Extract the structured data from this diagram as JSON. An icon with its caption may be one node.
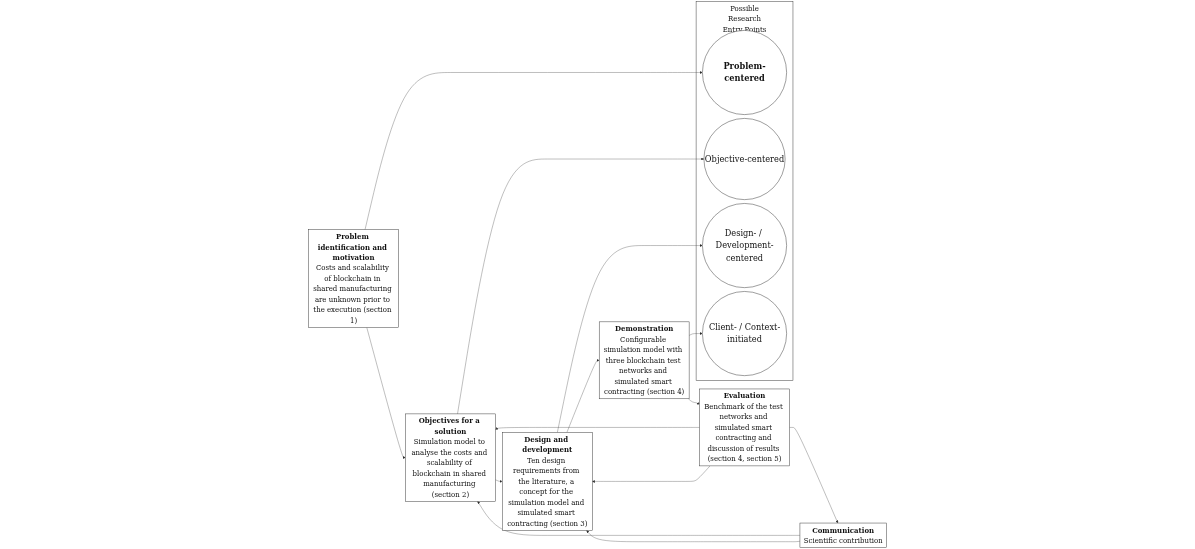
{
  "diagram": {
    "nodes": [
      {
        "text": [
          "Problem identification and motivation",
          "Costs and scalability of blockchain in shared manufacturing are unknown prior to the execution (section 1)"
        ]
      },
      {
        "text": [
          "Objectives for a solution",
          "Simulation model to analyse the costs and scalability of blockchain in shared manufacturing (section 2)"
        ]
      },
      {
        "text": [
          "Design and development",
          "Ten design requirements from the literature, a concept for the simulation model and simulated smart contracting (section 3)"
        ]
      },
      {
        "text": [
          "Demonstration",
          "Configurable simulation model with three blockchain test networks and simulated smart contracting (section 4)"
        ]
      },
      {
        "text": [
          "Evaluation",
          "Benchmark of the test networks and simulated smart contracting and discussion of results (section 4, section 5)"
        ]
      },
      {
        "text": [
          "Communication",
          "Scientific contribution"
        ]
      },
      {
        "text": [
          "Possible Research Entry Points"
        ]
      },
      {
        "text": [
          "Problem-centered"
        ],
        "in": 6
      },
      {
        "text": [
          "Objective-centered"
        ],
        "in": 6
      },
      {
        "text": [
          "Design- / Development-centered"
        ],
        "in": 6
      },
      {
        "text": [
          "Client- / Context-initiated"
        ],
        "in": 6
      }
    ],
    "edges": [
      {
        "from": 0,
        "to": 1,
        "arrow": "to"
      },
      {
        "from": 1,
        "to": 2,
        "arrow": "to"
      },
      {
        "from": 2,
        "to": 3,
        "arrow": "to"
      },
      {
        "from": 3,
        "to": 4,
        "arrow": "to"
      },
      {
        "from": 4,
        "to": 5,
        "arrow": "to"
      },
      {
        "from": 0,
        "to": 7,
        "arrow": "to"
      },
      {
        "from": 1,
        "to": 8,
        "arrow": "to"
      },
      {
        "from": 2,
        "to": 9,
        "arrow": "to"
      },
      {
        "from": 3,
        "to": 10,
        "arrow": "to"
      },
      {
        "from": 4,
        "to": 1,
        "arrow": "to"
      },
      {
        "from": 4,
        "to": 2,
        "arrow": "to"
      },
      {
        "from": 5,
        "to": 1,
        "arrow": "to"
      },
      {
        "from": 5,
        "to": 2,
        "arrow": "to"
      }
    ]
  }
}
